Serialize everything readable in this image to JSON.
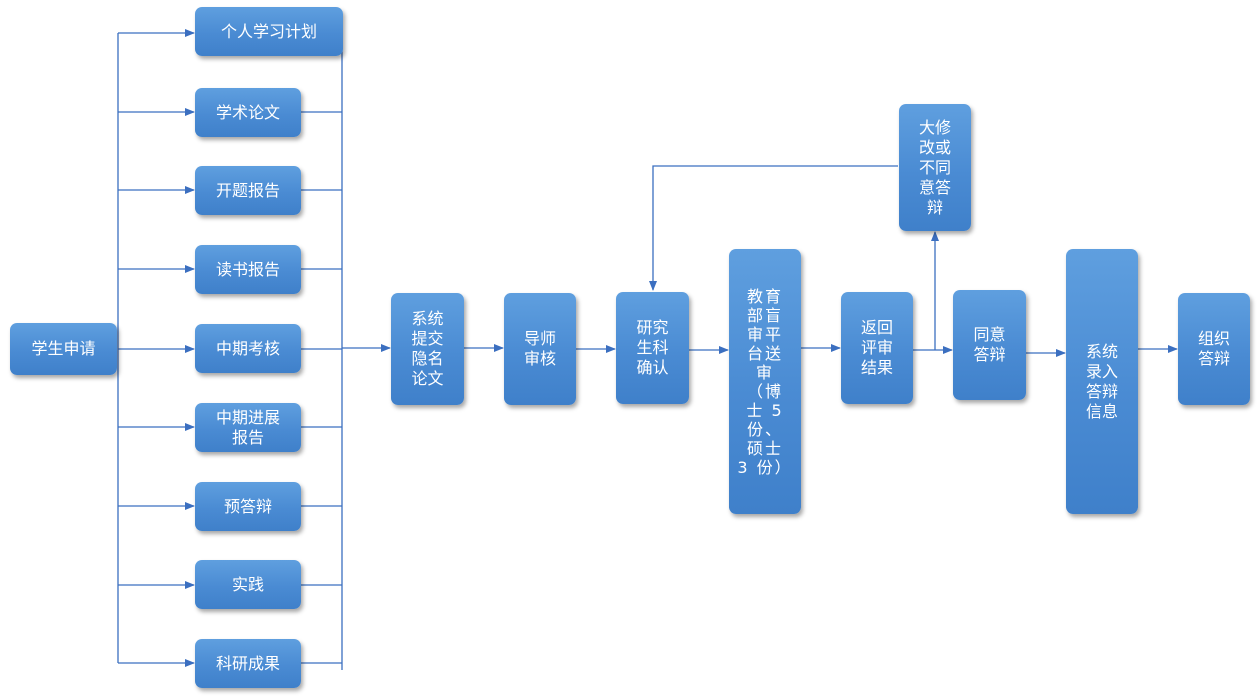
{
  "colors": {
    "node_fill": "#4a8bd3",
    "connector": "#3b6fc0",
    "text": "#ffffff"
  },
  "nodes": {
    "student_apply": "学生申请",
    "materials": [
      "个人学习计划",
      "学术论文",
      "开题报告",
      "读书报告",
      "中期考核",
      "中期进展\n报告",
      "预答辩",
      "实践",
      "科研成果"
    ],
    "submit_thesis": "系统\n提交\n隐名\n论文",
    "advisor_review": "导师\n审核",
    "research_confirm": "研究\n生科\n确认",
    "ministry_review": "教育\n部盲\n审平\n台送\n审\n（博\n士 5\n份、\n硕士\n3 份）",
    "return_results": "返回\n评审\n结果",
    "major_revision": "大修\n改或\n不同\n意答\n辩",
    "agree_defense": "同意\n答辩",
    "enter_info": "系统\n录入\n答辩\n信息",
    "organize_defense": "组织\n答辩"
  }
}
